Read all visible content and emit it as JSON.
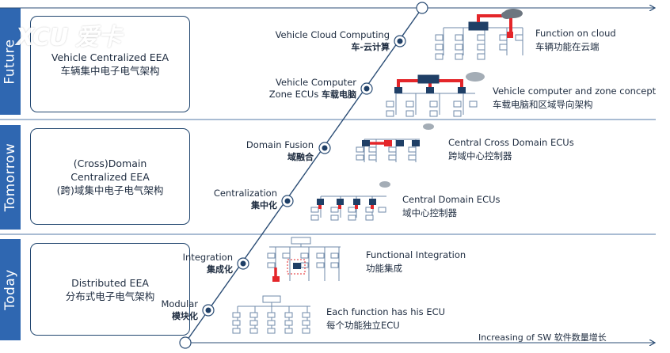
{
  "bands": [
    {
      "label": "Future"
    },
    {
      "label": "Tomorrow"
    },
    {
      "label": "Today"
    }
  ],
  "eea_boxes": [
    {
      "en": "Vehicle Centralized EEA",
      "cn": "车辆集中电子电气架构"
    },
    {
      "en1": "(Cross)Domain",
      "en2": "Centralized EEA",
      "cn": "(跨)域集中电子电气架构"
    },
    {
      "en": "Distributed EEA",
      "cn": "分布式电子电气架构"
    }
  ],
  "stages": [
    {
      "en": "Vehicle Cloud Computing",
      "cn": "车-云计算",
      "desc_en": "Function on cloud",
      "desc_cn": "车辆功能在云端"
    },
    {
      "en1": "Vehicle Computer",
      "en2": "Zone ECUs",
      "cn": "车载电脑",
      "desc_en": "Vehicle computer and zone concept",
      "desc_cn": "车载电脑和区域导向架构"
    },
    {
      "en": "Domain Fusion",
      "cn": "域融合",
      "desc_en": "Central Cross Domain ECUs",
      "desc_cn": "跨域中心控制器"
    },
    {
      "en": "Centralization",
      "cn": "集中化",
      "desc_en": "Central Domain ECUs",
      "desc_cn": "域中心控制器"
    },
    {
      "en": "Integration",
      "cn": "集成化",
      "desc_en": "Functional Integration",
      "desc_cn": "功能集成"
    },
    {
      "en": "Modular",
      "cn": "模块化",
      "desc_en": "Each function has his ECU",
      "desc_cn": "每个功能独立ECU"
    }
  ],
  "footer": "Increasing of SW 软件数量增长",
  "watermark": "XCU 爱卡",
  "colors": {
    "band": "#2f67b1",
    "accent": "#e4262a",
    "node": "#1f3f66",
    "node_light": "#6f8aa8",
    "line": "#2b4d75",
    "divider": "#a9bcd3"
  }
}
